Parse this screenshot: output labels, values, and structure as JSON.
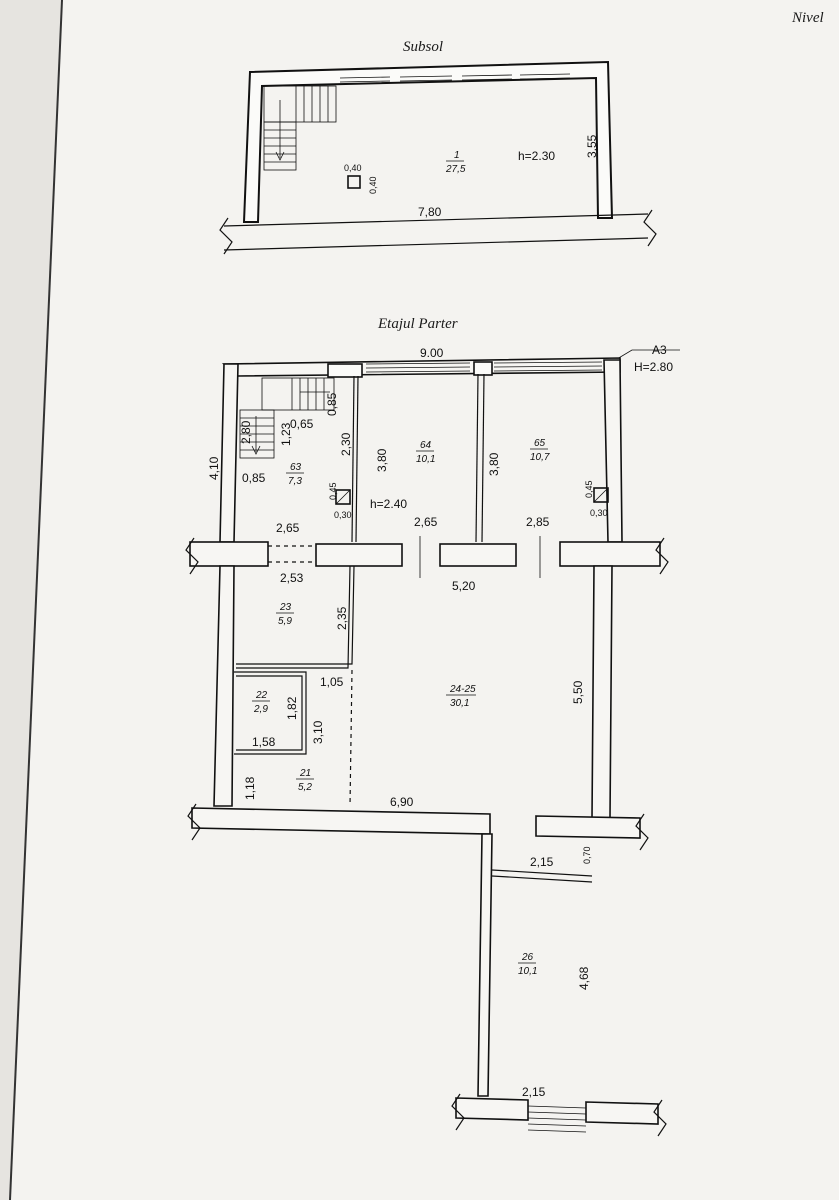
{
  "page": {
    "corner_label": "Nivel"
  },
  "basement": {
    "title": "Subsol",
    "room": {
      "number": "1",
      "area": "27,5"
    },
    "height": "h=2.30",
    "width": "7,80",
    "depth": "3,55",
    "column": {
      "w": "0,40",
      "h": "0,40"
    }
  },
  "ground": {
    "title": "Etajul Parter",
    "overall_width": "9.00",
    "ref": {
      "code": "A3",
      "height": "H=2.80"
    },
    "left_height": "4,10",
    "rooms": [
      {
        "number": "63",
        "area": "7,3"
      },
      {
        "number": "64",
        "area": "10,1"
      },
      {
        "number": "65",
        "area": "10,7"
      },
      {
        "number": "23",
        "area": "5,9"
      },
      {
        "number": "22",
        "area": "2,9"
      },
      {
        "number": "21",
        "area": "5,2"
      },
      {
        "number": "24-25",
        "area": "30,1"
      },
      {
        "number": "26",
        "area": "10,1"
      }
    ],
    "dims": {
      "d_085_top": "0,85",
      "d_065": "0,65",
      "d_123": "1,23",
      "d_280": "2,80",
      "d_085_left": "0,85",
      "d_230": "2,30",
      "d_380_a": "3,80",
      "d_380_b": "3,80",
      "h_240": "h=2.40",
      "col_a_top": "0,45",
      "col_a_bot": "0,30",
      "col_b_top": "0,45",
      "col_b_bot": "0,30",
      "w_265_a": "2,65",
      "w_265_b": "2,65",
      "w_285": "2,85",
      "w_253": "2,53",
      "w_520": "5,20",
      "d_235": "2,35",
      "d_550": "5,50",
      "d_105": "1,05",
      "d_182": "1,82",
      "d_158": "1,58",
      "d_310": "3,10",
      "d_118": "1,18",
      "w_690": "6,90",
      "w_215_a": "2,15",
      "d_070": "0,70",
      "d_468": "4,68",
      "w_215_b": "2,15"
    }
  }
}
